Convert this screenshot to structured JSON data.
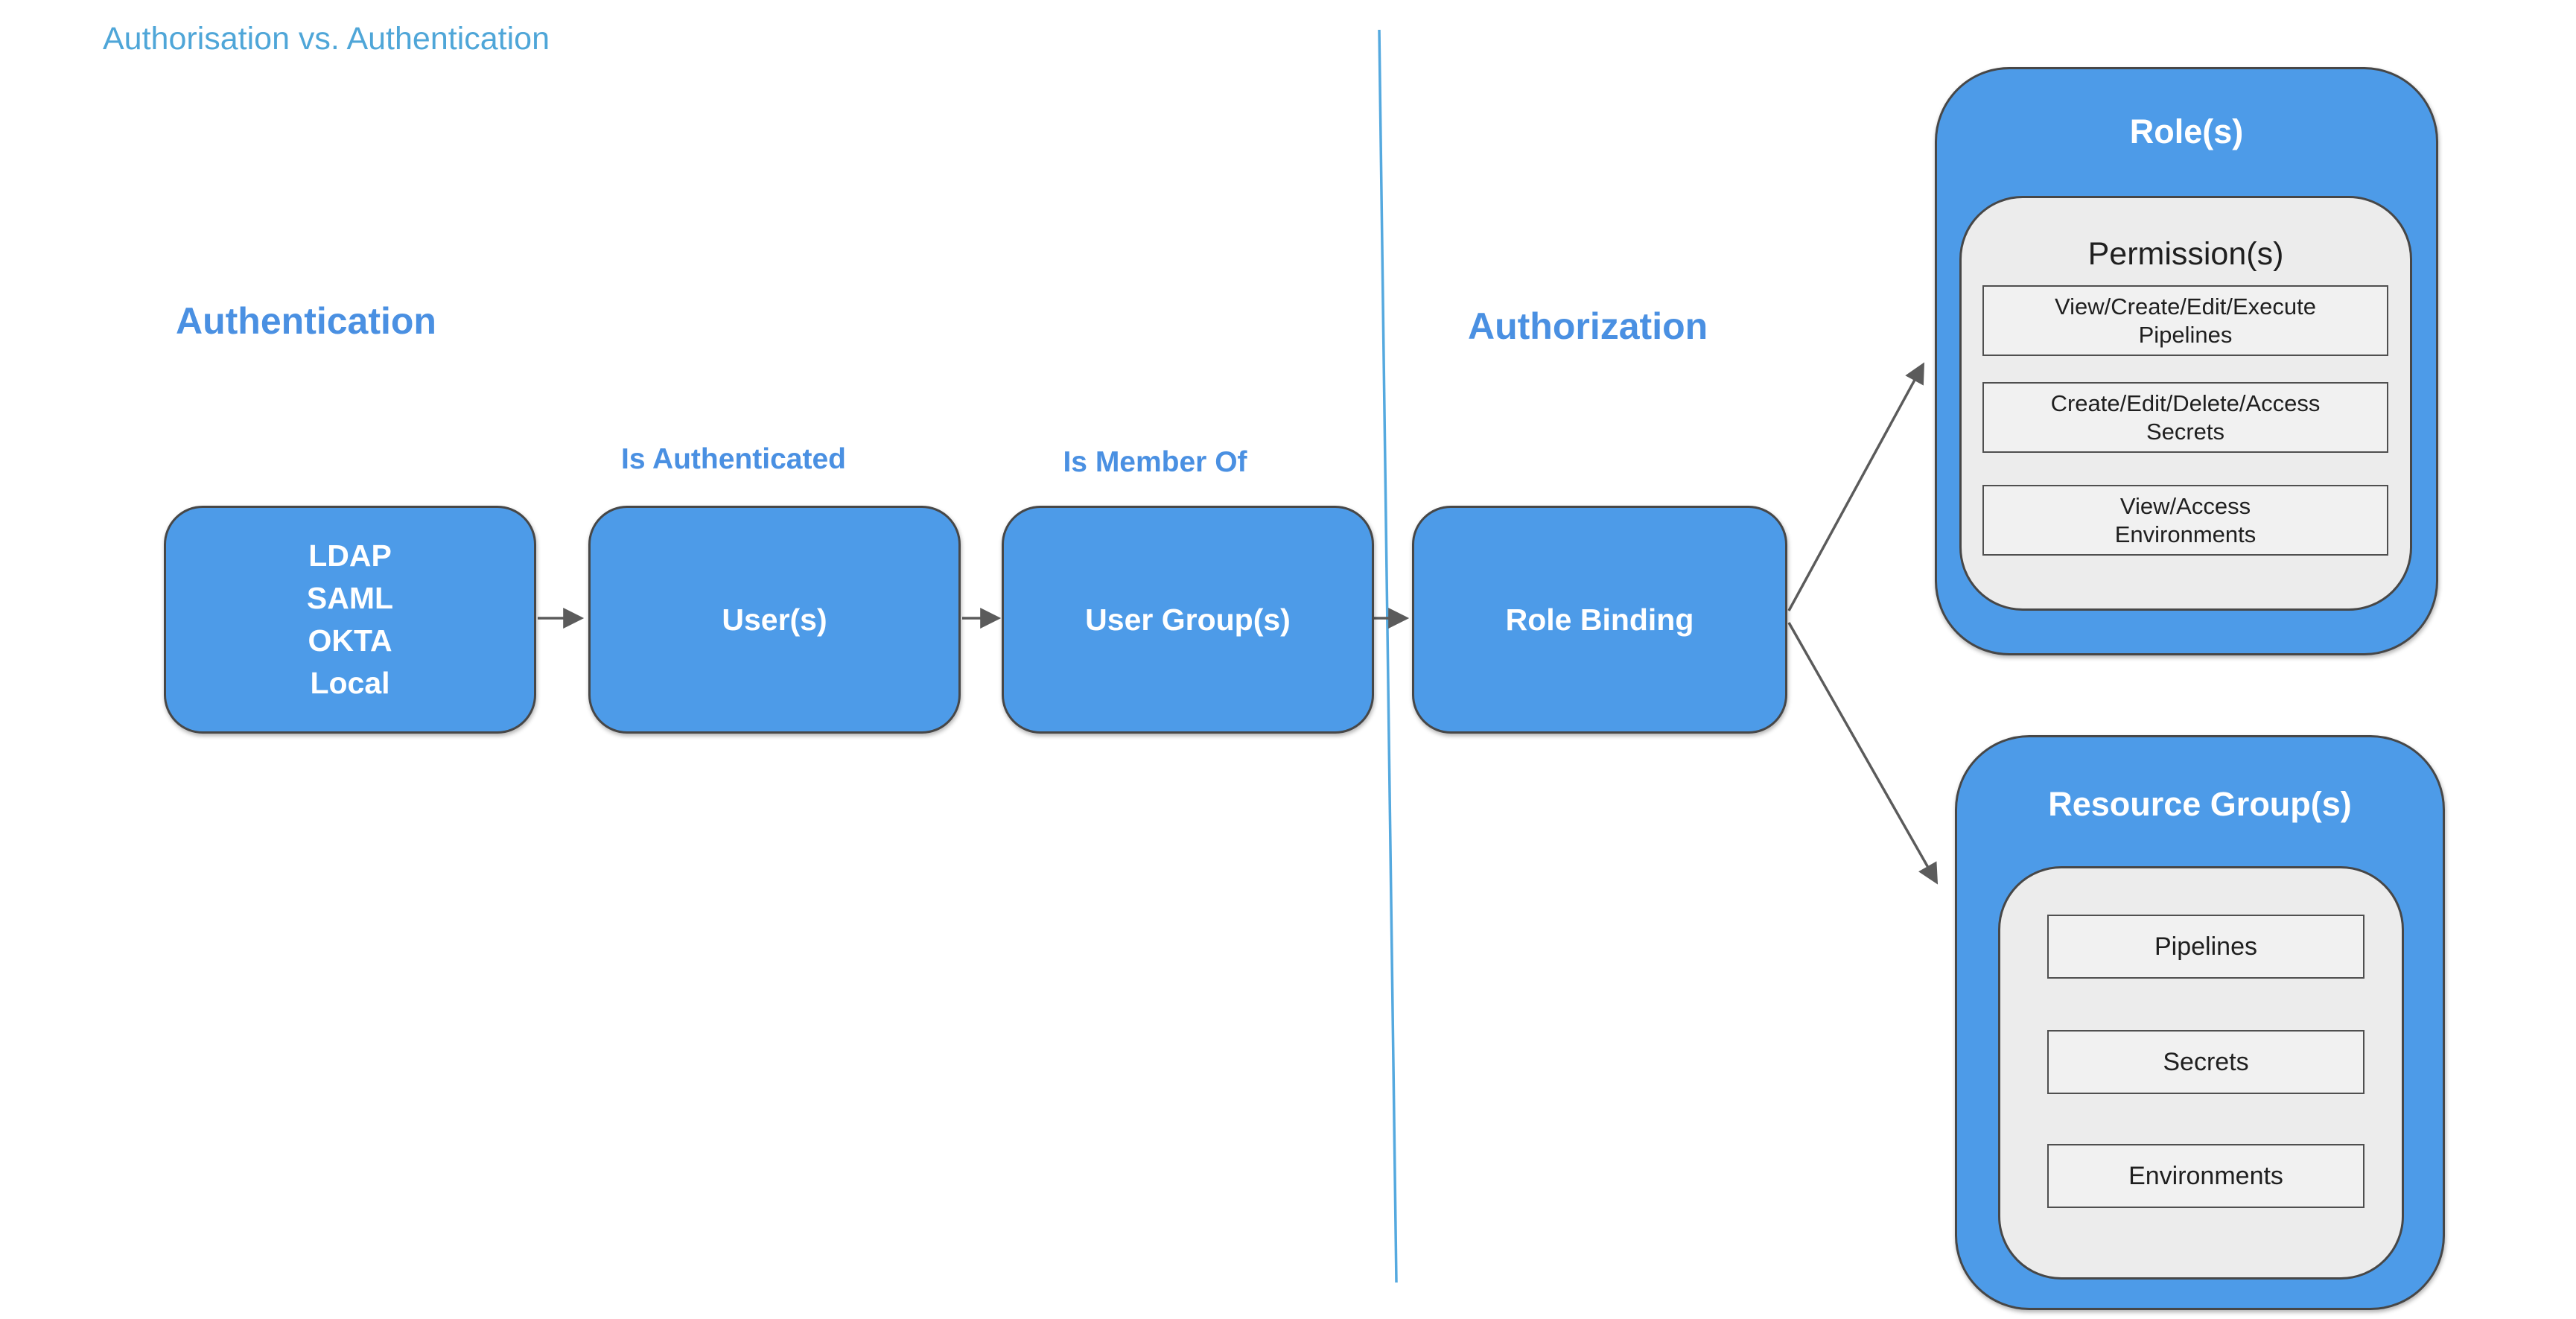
{
  "title": "Authorisation vs. Authentication",
  "sections": {
    "authentication_heading": "Authentication",
    "authorization_heading": "Authorization"
  },
  "flow": {
    "identity_providers": {
      "lines": [
        "LDAP",
        "SAML",
        "OKTA",
        "Local"
      ]
    },
    "users_label": "User(s)",
    "user_groups_label": "User Group(s)",
    "role_binding_label": "Role Binding",
    "edge_labels": {
      "is_authenticated": "Is Authenticated",
      "is_member_of": "Is Member Of"
    }
  },
  "roles": {
    "title": "Role(s)",
    "subtitle": "Permission(s)",
    "permissions": [
      {
        "line1": "View/Create/Edit/Execute",
        "line2": "Pipelines"
      },
      {
        "line1": "Create/Edit/Delete/Access",
        "line2": "Secrets"
      },
      {
        "line1": "View/Access",
        "line2": "Environments"
      }
    ]
  },
  "resource_groups": {
    "title": "Resource Group(s)",
    "items": [
      "Pipelines",
      "Secrets",
      "Environments"
    ]
  },
  "colors": {
    "accent_blue": "#4d9be8",
    "heading_blue": "#4a90e2",
    "title_blue": "#4fa6d8",
    "divider_blue": "#55a9df",
    "panel_gray": "#ececec",
    "item_gray": "#f1f1f1",
    "border_dark": "#474747",
    "arrow_gray": "#5b5b5b",
    "text_white": "#ffffff",
    "text_black": "#1f1f1f"
  }
}
